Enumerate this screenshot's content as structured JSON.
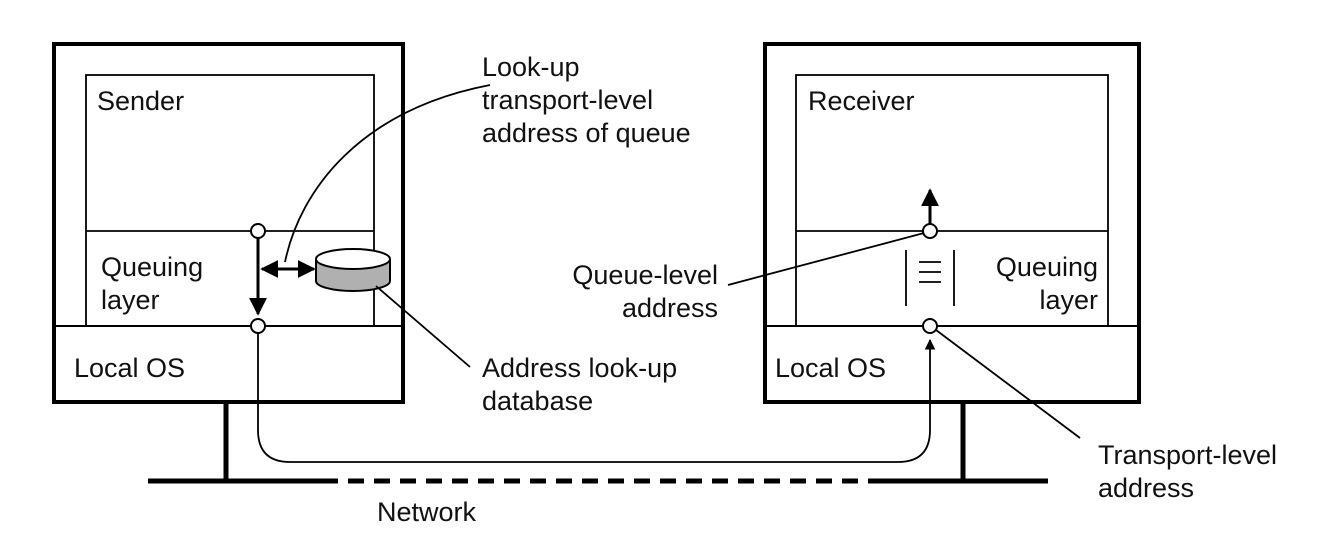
{
  "sender": {
    "app_label": "Sender",
    "queuing_label_1": "Queuing",
    "queuing_label_2": "layer",
    "os_label": "Local OS"
  },
  "receiver": {
    "app_label": "Receiver",
    "queuing_label_1": "Queuing",
    "queuing_label_2": "layer",
    "os_label": "Local OS"
  },
  "annotations": {
    "lookup_1": "Look-up",
    "lookup_2": "transport-level",
    "lookup_3": "address of queue",
    "db_1": "Address look-up",
    "db_2": "database",
    "queue_addr_1": "Queue-level",
    "queue_addr_2": "address",
    "transport_addr_1": "Transport-level",
    "transport_addr_2": "address"
  },
  "network_label": "Network",
  "colors": {
    "stroke": "#000000",
    "database_fill": "#b0b0b0",
    "background": "#ffffff"
  }
}
